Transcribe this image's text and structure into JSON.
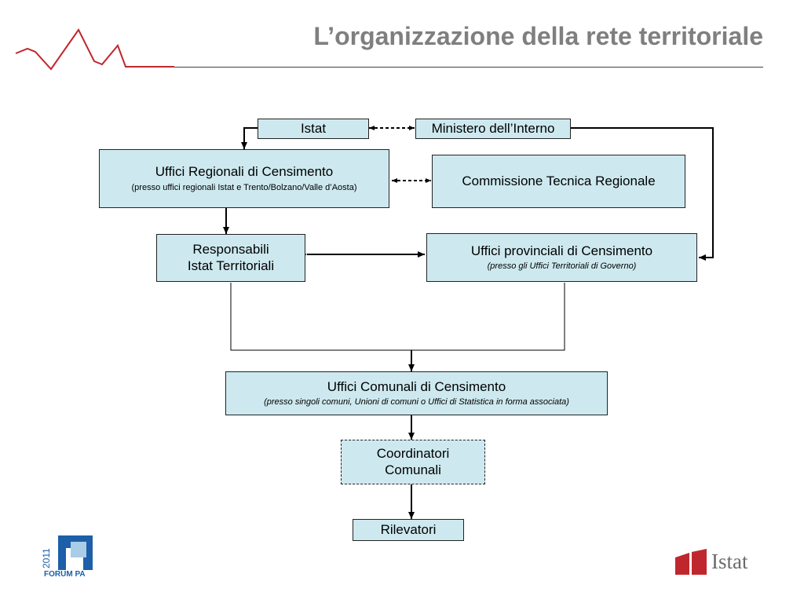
{
  "slide": {
    "title": "L’organizzazione della rete territoriale"
  },
  "diagram": {
    "nodes": {
      "istat": {
        "label": "Istat"
      },
      "ministero": {
        "label": "Ministero dell’Interno"
      },
      "uffici_regionali": {
        "label": "Uffici Regionali di Censimento",
        "sub": "(presso uffici regionali Istat e  Trento/Bolzano/Valle d’Aosta)"
      },
      "commissione": {
        "label": "Commissione Tecnica Regionale"
      },
      "responsabili": {
        "label_line1": "Responsabili",
        "label_line2": "Istat Territoriali"
      },
      "uffici_provinciali": {
        "label": "Uffici provinciali di Censimento",
        "sub": "(presso gli Uffici Territoriali di Governo)"
      },
      "uffici_comunali": {
        "label": "Uffici Comunali di Censimento",
        "sub": "(presso singoli comuni, Unioni di comuni o Uffici di Statistica in forma associata)"
      },
      "coordinatori": {
        "label_line1": "Coordinatori",
        "label_line2": "Comunali"
      },
      "rilevatori": {
        "label": "Rilevatori"
      }
    }
  },
  "logos": {
    "forum": {
      "text": "FORUM PA",
      "year": "2011",
      "color": "#1d5fa8"
    },
    "istat": {
      "text": "Istat",
      "color": "#c0272d"
    }
  },
  "colors": {
    "box_fill": "#cde9ef",
    "title": "#7f7f7f",
    "accent_line": "#c0272d"
  }
}
